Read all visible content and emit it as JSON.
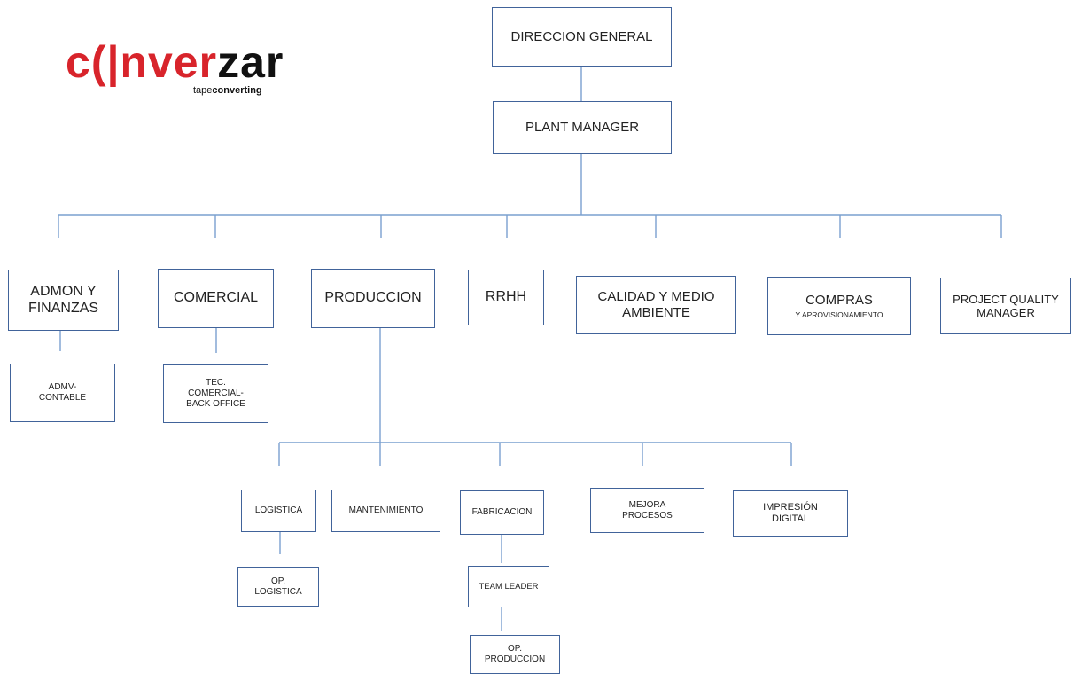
{
  "logo": {
    "word_a": "c",
    "word_mark": "(|",
    "word_b": "nver",
    "word_c": "zar",
    "tagline_a": "tape",
    "tagline_b": "converting"
  },
  "colors": {
    "box_border": "#41639a",
    "connector": "#7aa0cf",
    "brand_red": "#d8242b"
  },
  "nodes": {
    "direccion_general": "DIRECCION GENERAL",
    "plant_manager": "PLANT MANAGER",
    "admon_finanzas": [
      "ADMON Y",
      "FINANZAS"
    ],
    "comercial": "COMERCIAL",
    "produccion": "PRODUCCION",
    "rrhh": "RRHH",
    "calidad": [
      "CALIDAD Y MEDIO",
      "AMBIENTE"
    ],
    "compras": "COMPRAS",
    "compras_sub": "Y APROVISIONAMIENTO",
    "project_quality": [
      "PROJECT QUALITY",
      "MANAGER"
    ],
    "admv_contable": [
      "ADMV-",
      "CONTABLE"
    ],
    "tec_comercial": [
      "TEC.",
      "COMERCIAL-",
      "BACK OFFICE"
    ],
    "logistica": "LOGISTICA",
    "mantenimiento": "MANTENIMIENTO",
    "fabricacion": "FABRICACION",
    "mejora_procesos": [
      "MEJORA",
      "PROCESOS"
    ],
    "impresion_digital": [
      "IMPRESIÓN",
      "DIGITAL"
    ],
    "op_logistica": [
      "OP.",
      "LOGISTICA"
    ],
    "team_leader": "TEAM LEADER",
    "op_produccion": [
      "OP.",
      "PRODUCCION"
    ]
  }
}
